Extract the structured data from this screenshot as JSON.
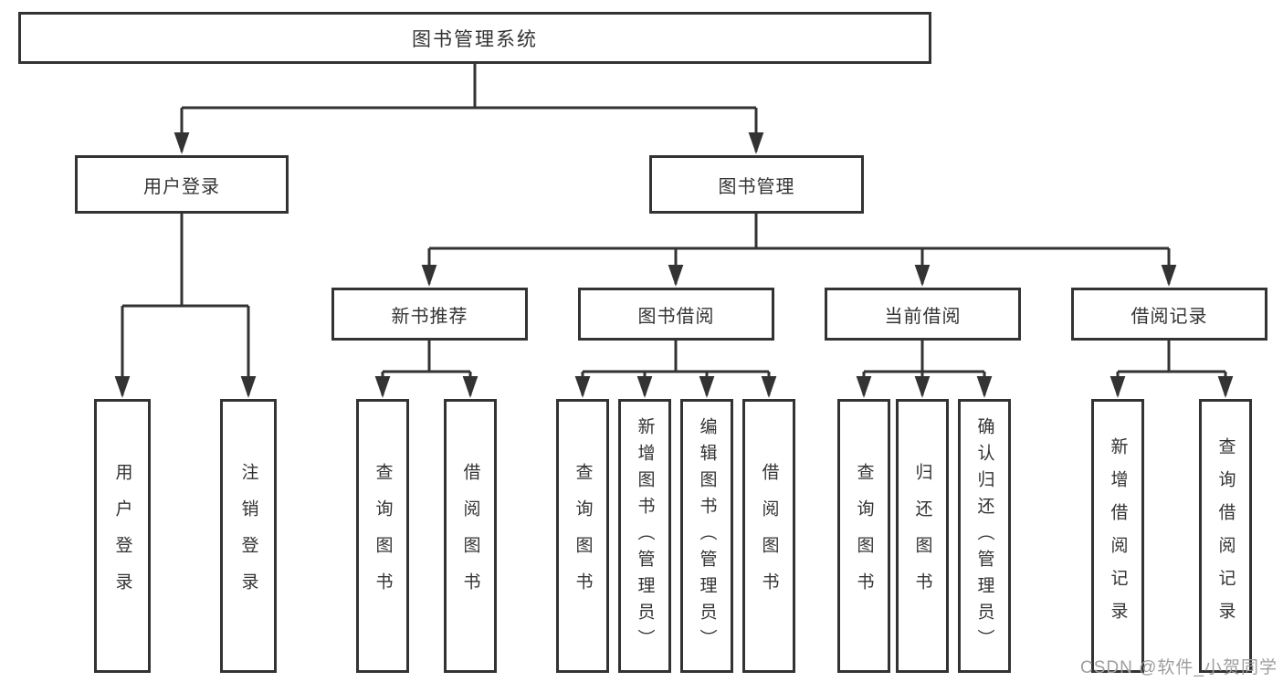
{
  "colors": {
    "line": "#333333",
    "text": "#333333",
    "watermark": "#9e9e9e",
    "background": "#ffffff"
  },
  "watermark": "CSDN @软件_小贺同学",
  "tree": {
    "root": {
      "label": "图书管理系统"
    },
    "branches": [
      {
        "label": "用户登录",
        "children": [
          {
            "label": "用户登录"
          },
          {
            "label": "注销登录"
          }
        ]
      },
      {
        "label": "图书管理",
        "groups": [
          {
            "label": "新书推荐",
            "children": [
              {
                "label": "查询图书"
              },
              {
                "label": "借阅图书"
              }
            ]
          },
          {
            "label": "图书借阅",
            "children": [
              {
                "label": "查询图书"
              },
              {
                "label": "新增图书（管理员）"
              },
              {
                "label": "编辑图书（管理员）"
              },
              {
                "label": "借阅图书"
              }
            ]
          },
          {
            "label": "当前借阅",
            "children": [
              {
                "label": "查询图书"
              },
              {
                "label": "归还图书"
              },
              {
                "label": "确认归还（管理员）"
              }
            ]
          },
          {
            "label": "借阅记录",
            "children": [
              {
                "label": "新增借阅记录"
              },
              {
                "label": "查询借阅记录"
              }
            ]
          }
        ]
      }
    ]
  }
}
